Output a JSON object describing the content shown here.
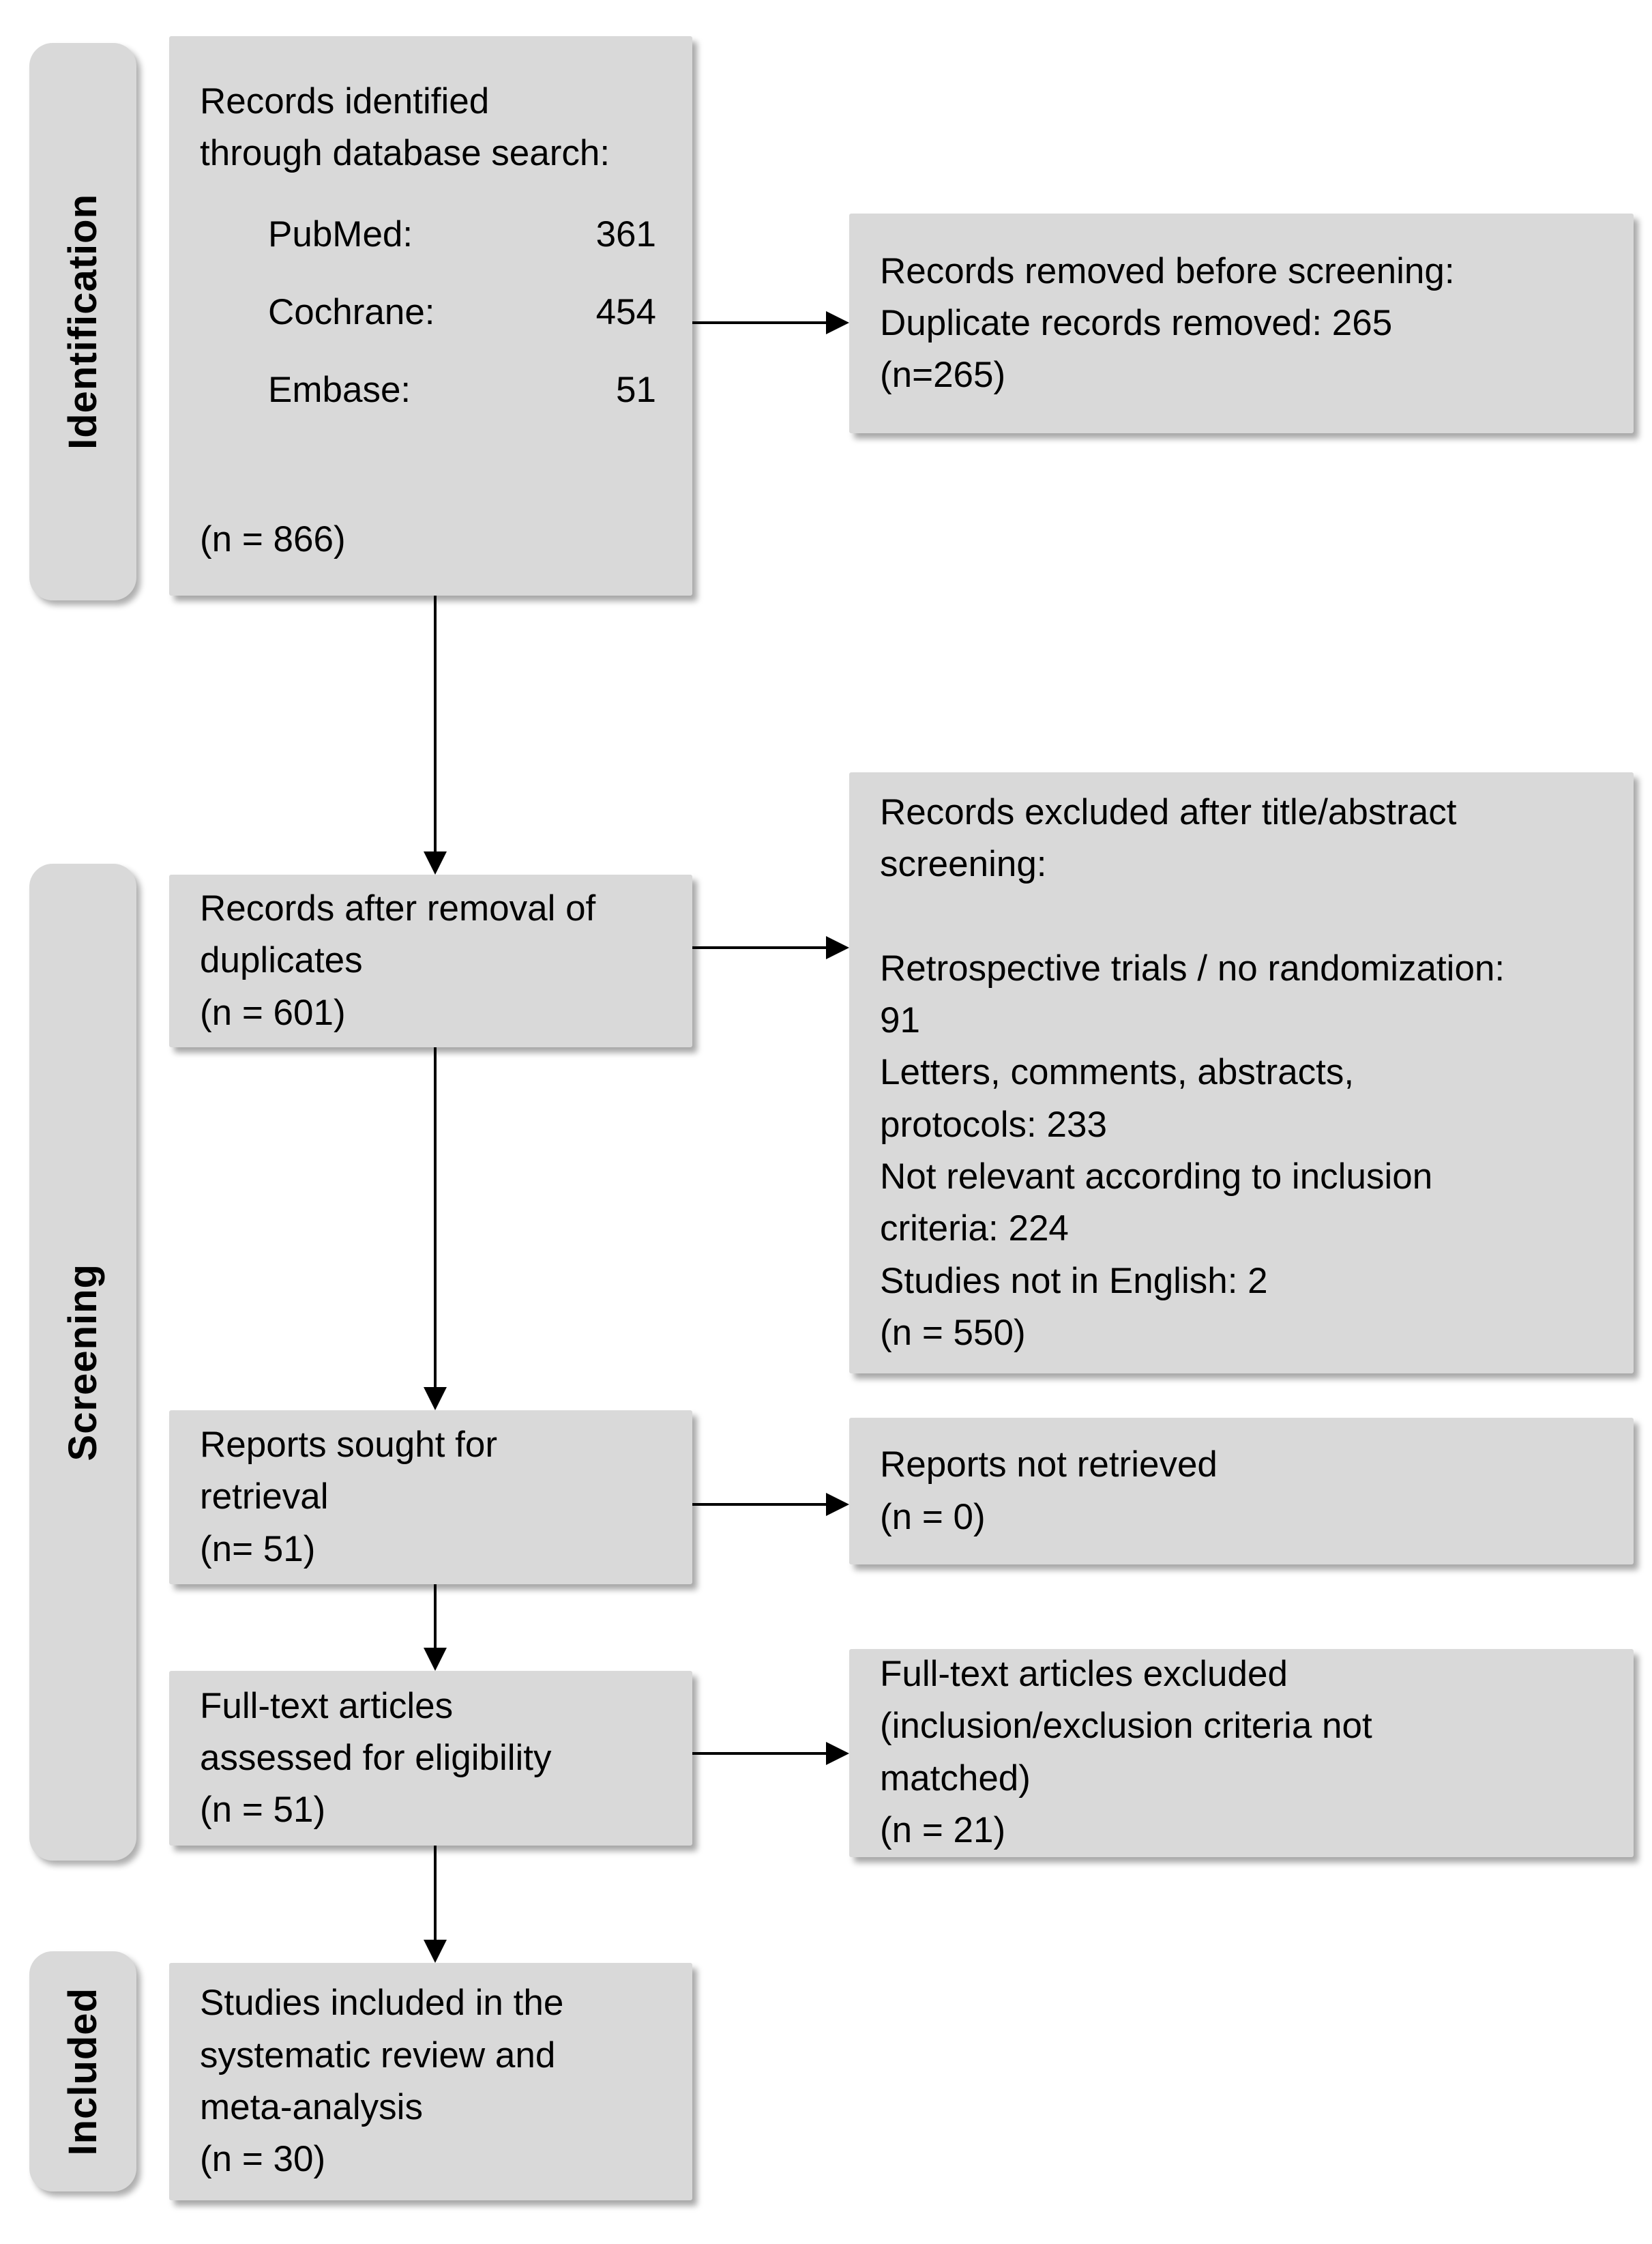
{
  "colors": {
    "box_fill": "#d9d9d9",
    "text": "#000000",
    "arrow": "#000000",
    "background": "#ffffff"
  },
  "sidebar": {
    "stages": [
      {
        "label": "Identification"
      },
      {
        "label": "Screening"
      },
      {
        "label": "Included"
      }
    ]
  },
  "flow": {
    "identified": {
      "line1": "Records identified",
      "line2": "through database search:",
      "sources": [
        {
          "name": "PubMed:",
          "count": "361"
        },
        {
          "name": "Cochrane:",
          "count": "454"
        },
        {
          "name": "Embase:",
          "count": "51"
        }
      ],
      "total": "(n = 866)"
    },
    "removed_before_screening": {
      "lines": [
        "Records removed before screening:",
        "Duplicate records removed: 265",
        "(n=265)"
      ]
    },
    "after_duplicates": {
      "lines": [
        "Records after removal of",
        "duplicates",
        "(n = 601)"
      ]
    },
    "excluded_screening": {
      "lines": [
        "Records excluded after title/abstract",
        "screening:",
        "",
        "Retrospective trials / no randomization:",
        "91",
        "Letters, comments, abstracts,",
        "protocols: 233",
        "Not relevant according to inclusion",
        "criteria: 224",
        "Studies not in English: 2",
        "(n = 550)"
      ]
    },
    "reports_sought": {
      "lines": [
        "Reports sought for",
        "retrieval",
        "(n= 51)"
      ]
    },
    "not_retrieved": {
      "lines": [
        "Reports not retrieved",
        "(n = 0)"
      ]
    },
    "fulltext_assessed": {
      "lines": [
        "Full-text articles",
        "assessed for eligibility",
        "(n = 51)"
      ]
    },
    "fulltext_excluded": {
      "lines": [
        "Full-text articles excluded",
        "(inclusion/exclusion criteria not",
        "matched)",
        "(n = 21)"
      ]
    },
    "included_studies": {
      "lines": [
        "Studies included in the",
        "systematic review and",
        "meta-analysis",
        "(n = 30)"
      ]
    }
  }
}
